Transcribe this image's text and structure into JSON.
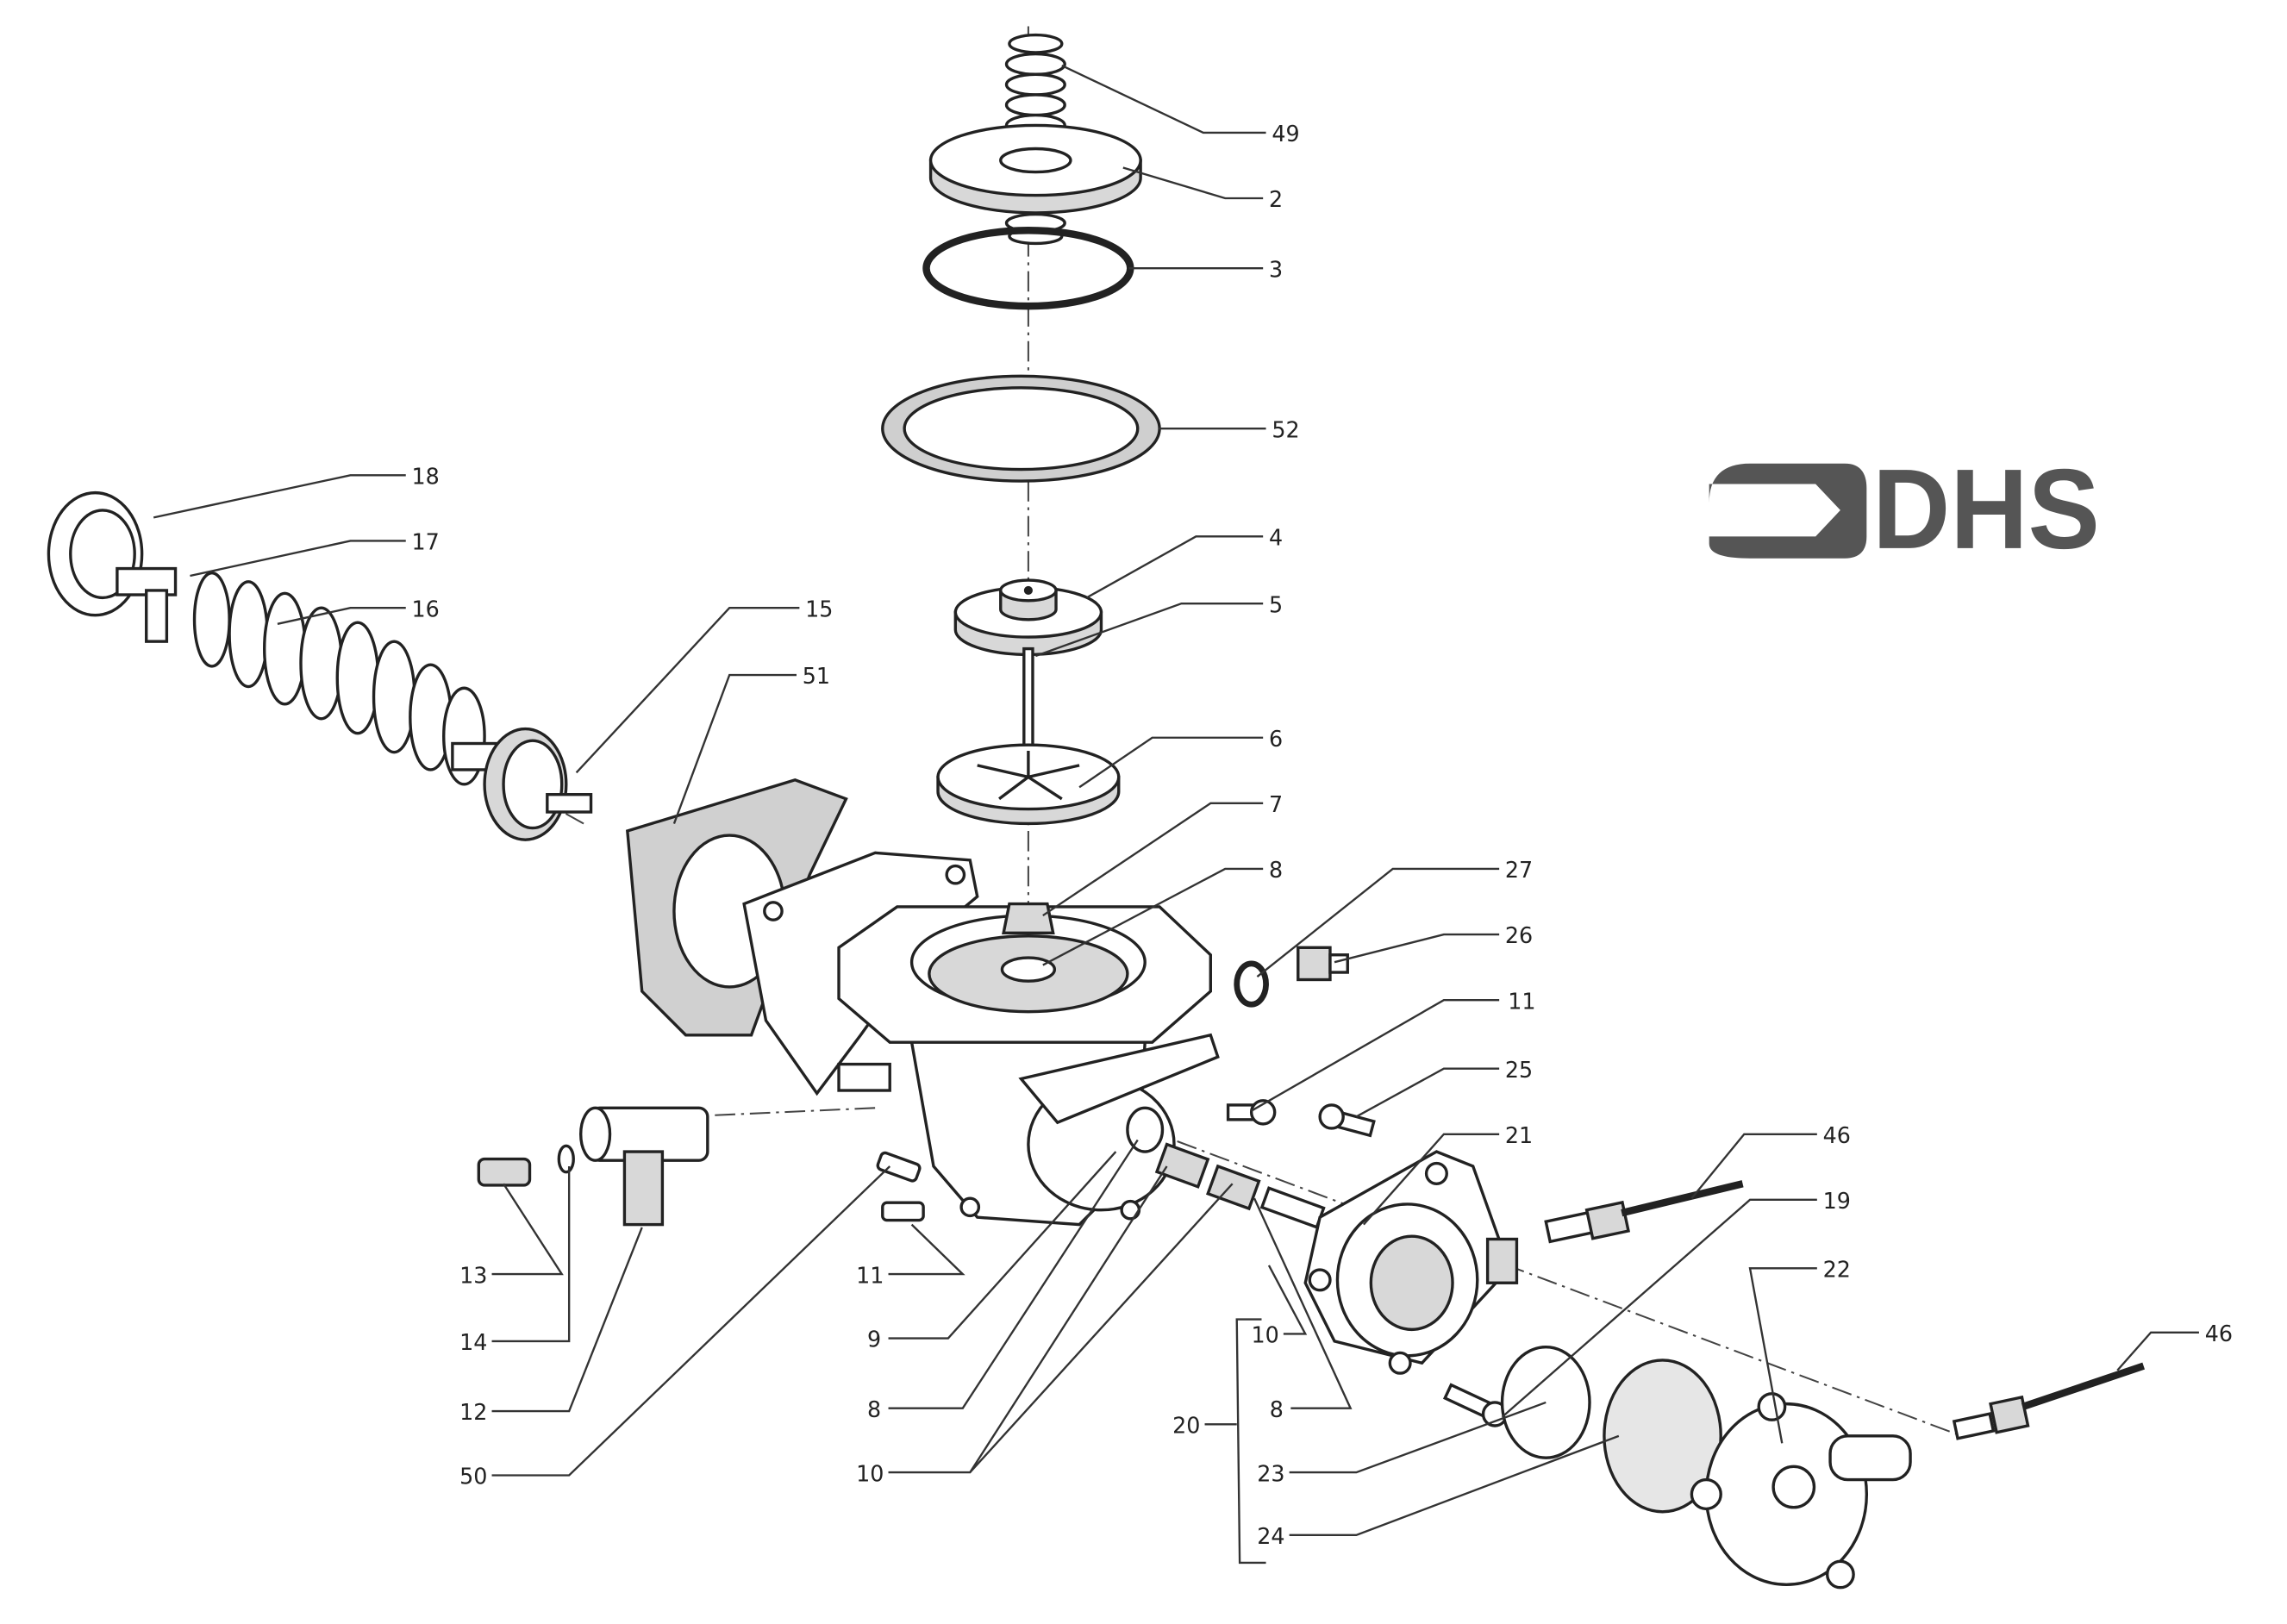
{
  "logo": {
    "text": "DHS",
    "color": "#555555"
  },
  "callouts": {
    "c49": "49",
    "c2": "2",
    "c3": "3",
    "c52": "52",
    "c4": "4",
    "c5": "5",
    "c6": "6",
    "c7": "7",
    "c8a": "8",
    "c27": "27",
    "c26": "26",
    "c11a": "11",
    "c25": "25",
    "c21": "21",
    "c46a": "46",
    "c19": "19",
    "c22": "22",
    "c46b": "46",
    "c18": "18",
    "c17": "17",
    "c16": "16",
    "c15": "15",
    "c51": "51",
    "c13": "13",
    "c14": "14",
    "c12": "12",
    "c50": "50",
    "c11b": "11",
    "c9": "9",
    "c8b": "8",
    "c10a": "10",
    "c10b": "10",
    "c8c": "8",
    "c20": "20",
    "c23": "23",
    "c24": "24"
  }
}
